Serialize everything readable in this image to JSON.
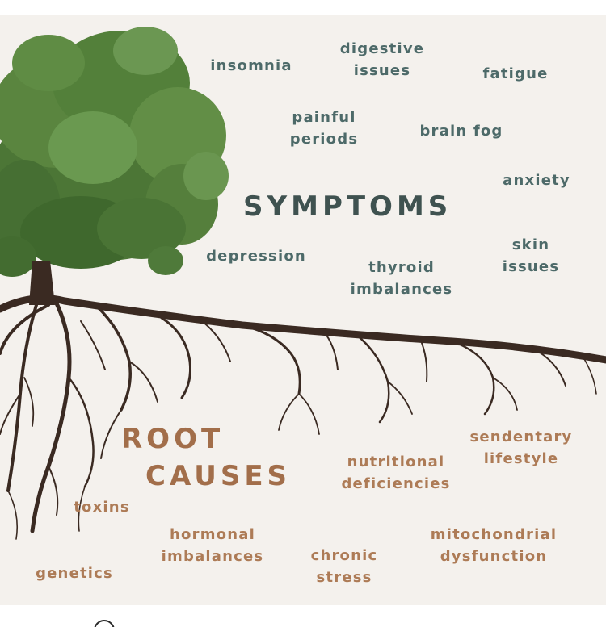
{
  "headings": {
    "symptoms": "SYMPTOMS",
    "root_line1": "ROOT",
    "root_line2": "CAUSES"
  },
  "symptoms": {
    "insomnia": "insomnia",
    "digestive_issues": "digestive\nissues",
    "fatigue": "fatigue",
    "painful_periods": "painful\nperiods",
    "brain_fog": "brain fog",
    "anxiety": "anxiety",
    "depression": "depression",
    "thyroid_imbalances": "thyroid\nimbalances",
    "skin_issues": "skin\nissues"
  },
  "causes": {
    "sendentary_lifestyle": "sendentary\nlifestyle",
    "nutritional_deficiencies": "nutritional\ndeficiencies",
    "toxins": "toxins",
    "hormonal_imbalances": "hormonal\nimbalances",
    "mitochondrial_dysfunction": "mitochondrial\ndysfunction",
    "chronic_stress": "chronic\nstress",
    "genetics": "genetics"
  },
  "colors": {
    "background": "#f4f1ed",
    "symptom_text": "#4d6a69",
    "cause_text": "#ad7b56",
    "foliage": "#4f7a3a",
    "roots": "#3a2a22"
  }
}
